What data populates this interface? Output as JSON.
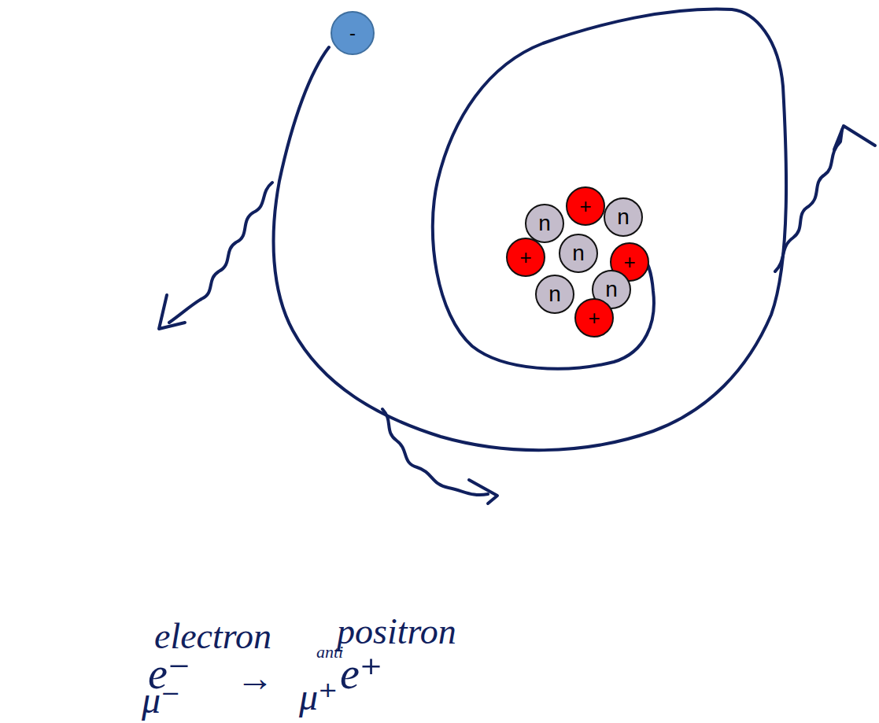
{
  "diagram": {
    "nodes": [
      {
        "text": [
          "-"
        ]
      },
      {
        "text": [
          "+"
        ]
      },
      {
        "text": [
          "n"
        ]
      },
      {
        "text": [
          "n"
        ]
      },
      {
        "text": [
          "+"
        ]
      },
      {
        "text": [
          "n"
        ]
      },
      {
        "text": [
          "+"
        ]
      },
      {
        "text": [
          "n"
        ]
      },
      {
        "text": [
          "n"
        ]
      },
      {
        "text": [
          "+"
        ]
      }
    ],
    "labels": [
      "electron",
      "anti",
      "positron",
      "e⁻",
      "→",
      "e⁺",
      "μ⁻",
      "μ⁺"
    ]
  }
}
